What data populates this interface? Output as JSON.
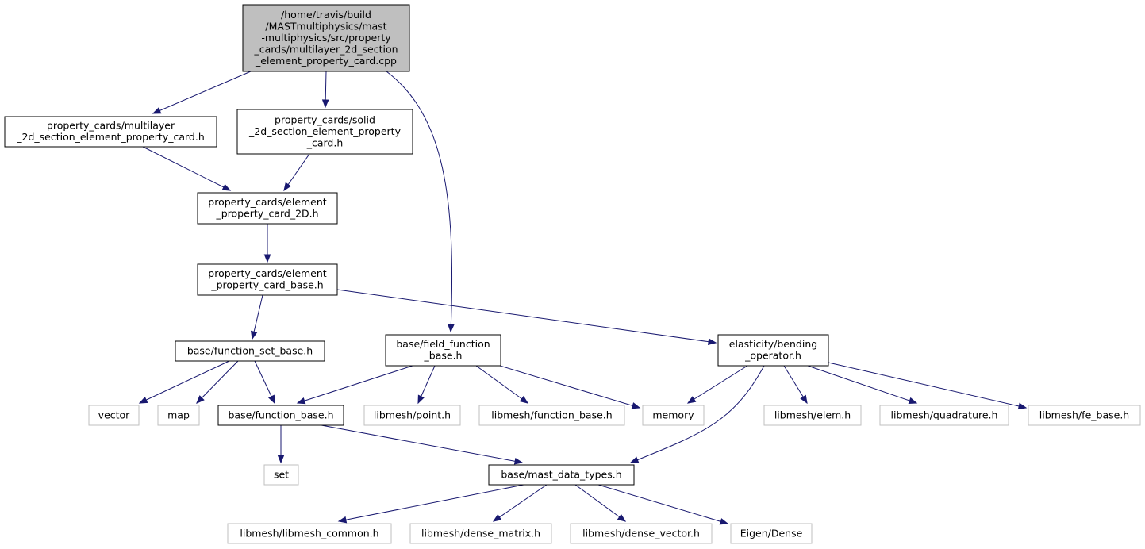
{
  "colors": {
    "edge": "#191970",
    "root_fill": "#bfbfbf",
    "external_border": "#bfbfbf"
  },
  "nodes": [
    {
      "id": "root",
      "kind": "root",
      "lines": [
        "/home/travis/build",
        "/MASTmultiphysics/mast",
        "-multiphysics/src/property",
        "_cards/multilayer_2d_section",
        "_element_property_card.cpp"
      ]
    },
    {
      "id": "multilayer_h",
      "kind": "file",
      "lines": [
        "property_cards/multilayer",
        "_2d_section_element_property_card.h"
      ]
    },
    {
      "id": "solid_h",
      "kind": "file",
      "lines": [
        "property_cards/solid",
        "_2d_section_element_property",
        "_card.h"
      ]
    },
    {
      "id": "epc2d_h",
      "kind": "file",
      "lines": [
        "property_cards/element",
        "_property_card_2D.h"
      ]
    },
    {
      "id": "epcbase_h",
      "kind": "file",
      "lines": [
        "property_cards/element",
        "_property_card_base.h"
      ]
    },
    {
      "id": "fsetbase_h",
      "kind": "file",
      "lines": [
        "base/function_set_base.h"
      ]
    },
    {
      "id": "ffbase_h",
      "kind": "file",
      "lines": [
        "base/field_function",
        "_base.h"
      ]
    },
    {
      "id": "bending_h",
      "kind": "file",
      "lines": [
        "elasticity/bending",
        "_operator.h"
      ]
    },
    {
      "id": "vector",
      "kind": "external",
      "lines": [
        "vector"
      ]
    },
    {
      "id": "map",
      "kind": "external",
      "lines": [
        "map"
      ]
    },
    {
      "id": "fbase_h",
      "kind": "file",
      "lines": [
        "base/function_base.h"
      ]
    },
    {
      "id": "point_h",
      "kind": "external",
      "lines": [
        "libmesh/point.h"
      ]
    },
    {
      "id": "lfbase_h",
      "kind": "external",
      "lines": [
        "libmesh/function_base.h"
      ]
    },
    {
      "id": "memory",
      "kind": "external",
      "lines": [
        "memory"
      ]
    },
    {
      "id": "elem_h",
      "kind": "external",
      "lines": [
        "libmesh/elem.h"
      ]
    },
    {
      "id": "quad_h",
      "kind": "external",
      "lines": [
        "libmesh/quadrature.h"
      ]
    },
    {
      "id": "febase_h",
      "kind": "external",
      "lines": [
        "libmesh/fe_base.h"
      ]
    },
    {
      "id": "set",
      "kind": "external",
      "lines": [
        "set"
      ]
    },
    {
      "id": "mdt_h",
      "kind": "file",
      "lines": [
        "base/mast_data_types.h"
      ]
    },
    {
      "id": "common_h",
      "kind": "external",
      "lines": [
        "libmesh/libmesh_common.h"
      ]
    },
    {
      "id": "dmatrix_h",
      "kind": "external",
      "lines": [
        "libmesh/dense_matrix.h"
      ]
    },
    {
      "id": "dvector_h",
      "kind": "external",
      "lines": [
        "libmesh/dense_vector.h"
      ]
    },
    {
      "id": "eigen",
      "kind": "external",
      "lines": [
        "Eigen/Dense"
      ]
    }
  ],
  "edges": [
    {
      "from": "root",
      "to": "multilayer_h"
    },
    {
      "from": "root",
      "to": "solid_h"
    },
    {
      "from": "root",
      "to": "ffbase_h"
    },
    {
      "from": "multilayer_h",
      "to": "epc2d_h"
    },
    {
      "from": "solid_h",
      "to": "epc2d_h"
    },
    {
      "from": "epc2d_h",
      "to": "epcbase_h"
    },
    {
      "from": "epcbase_h",
      "to": "fsetbase_h"
    },
    {
      "from": "epcbase_h",
      "to": "bending_h"
    },
    {
      "from": "fsetbase_h",
      "to": "vector"
    },
    {
      "from": "fsetbase_h",
      "to": "map"
    },
    {
      "from": "fsetbase_h",
      "to": "fbase_h"
    },
    {
      "from": "ffbase_h",
      "to": "fbase_h"
    },
    {
      "from": "ffbase_h",
      "to": "point_h"
    },
    {
      "from": "ffbase_h",
      "to": "lfbase_h"
    },
    {
      "from": "ffbase_h",
      "to": "memory"
    },
    {
      "from": "bending_h",
      "to": "memory"
    },
    {
      "from": "bending_h",
      "to": "elem_h"
    },
    {
      "from": "bending_h",
      "to": "quad_h"
    },
    {
      "from": "bending_h",
      "to": "febase_h"
    },
    {
      "from": "bending_h",
      "to": "mdt_h"
    },
    {
      "from": "fbase_h",
      "to": "set"
    },
    {
      "from": "fbase_h",
      "to": "mdt_h"
    },
    {
      "from": "mdt_h",
      "to": "common_h"
    },
    {
      "from": "mdt_h",
      "to": "dmatrix_h"
    },
    {
      "from": "mdt_h",
      "to": "dvector_h"
    },
    {
      "from": "mdt_h",
      "to": "eigen"
    }
  ]
}
